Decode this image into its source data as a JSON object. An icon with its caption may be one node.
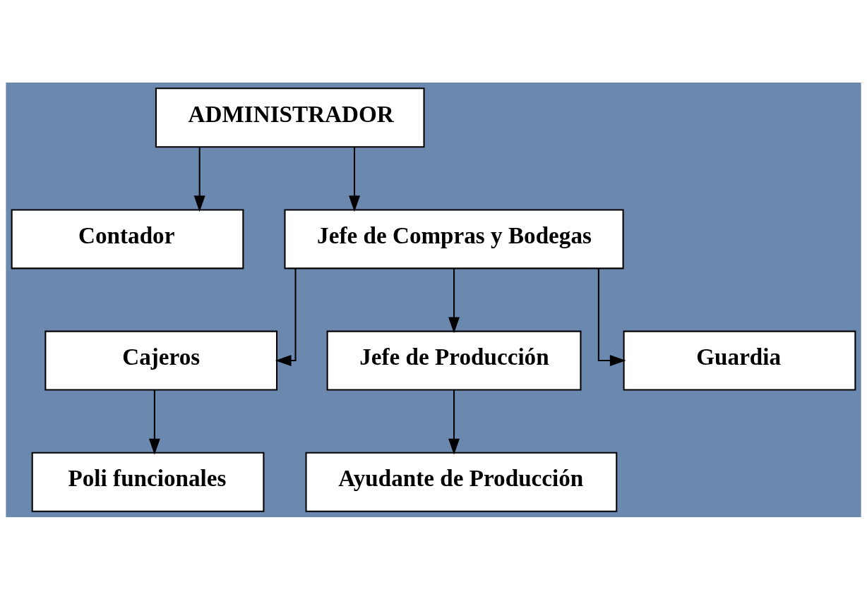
{
  "diagram": {
    "nodes": [
      {
        "text": [
          "ADMINISTRADOR"
        ]
      },
      {
        "text": [
          "Contador"
        ]
      },
      {
        "text": [
          "Jefe de Compras y Bodegas"
        ]
      },
      {
        "text": [
          "Cajeros"
        ]
      },
      {
        "text": [
          "Jefe de Producción"
        ]
      },
      {
        "text": [
          "Guardia"
        ]
      },
      {
        "text": [
          "Poli funcionales"
        ]
      },
      {
        "text": [
          "Ayudante de Producción"
        ]
      }
    ],
    "edges": [
      {
        "from": 0,
        "to": 1,
        "arrow": "to"
      },
      {
        "from": 0,
        "to": 2,
        "arrow": "to"
      },
      {
        "from": 2,
        "to": 3,
        "arrow": "to"
      },
      {
        "from": 2,
        "to": 4,
        "arrow": "to"
      },
      {
        "from": 2,
        "to": 5,
        "arrow": "to"
      },
      {
        "from": 3,
        "to": 6,
        "arrow": "to"
      },
      {
        "from": 4,
        "to": 7,
        "arrow": "to"
      }
    ]
  }
}
